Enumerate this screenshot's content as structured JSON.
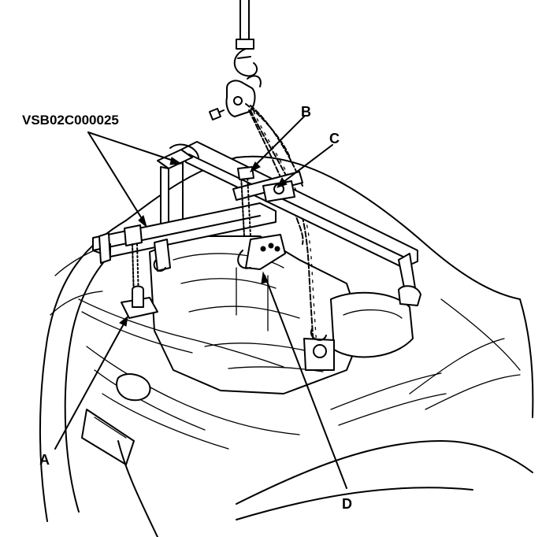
{
  "labels": {
    "tool_code": "VSB02C000025",
    "a": "A",
    "b": "B",
    "c": "C",
    "d": "D"
  }
}
